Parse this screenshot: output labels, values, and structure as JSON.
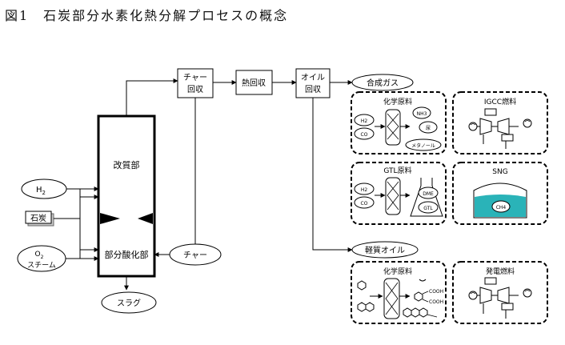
{
  "title": "図1　石炭部分水素化熱分解プロセスの概念",
  "reactor": {
    "upper": "改質部",
    "lower": "部分酸化部"
  },
  "inputs": {
    "h2": {
      "main": "H",
      "sub": "2"
    },
    "coal": "石炭",
    "o2": {
      "main": "O",
      "sub": "2"
    },
    "steam": "スチーム"
  },
  "char": "チャー",
  "slag": "スラグ",
  "process": {
    "char_recovery_1": "チャー",
    "char_recovery_2": "回収",
    "heat_recovery": "熱回収",
    "oil_recovery_1": "オイル",
    "oil_recovery_2": "回収"
  },
  "products": {
    "syngas": "合成ガス",
    "light_oil": "軽質オイル"
  },
  "panels": {
    "chem1": {
      "title": "化学原料",
      "h2": "H2",
      "co": "CO",
      "nh3": "NH3",
      "urea": "尿",
      "methanol": "メタノール"
    },
    "igcc": {
      "title": "IGCC燃料"
    },
    "gtl": {
      "title": "GTL原料",
      "h2": "H2",
      "co": "CO",
      "dme": "DME",
      "gtl": "GTL"
    },
    "sng": {
      "title": "SNG",
      "ch4": "CH4"
    },
    "chem2": {
      "title": "化学原料",
      "cooh": "COOH"
    },
    "power": {
      "title": "発電燃料"
    }
  },
  "colors": {
    "line": "#000000",
    "sng_fill": "#2ab3b8",
    "coal_fill": "#c8c8c8"
  }
}
